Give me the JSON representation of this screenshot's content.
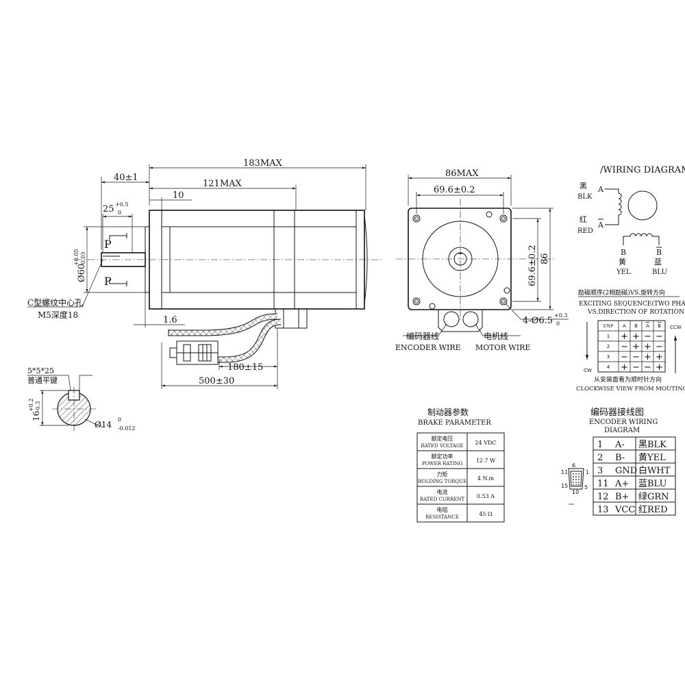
{
  "side_view": {
    "dim_overall": "183MAX",
    "dim_body": "121MAX",
    "dim_shaft_len": "40±1",
    "dim_pilot": "10",
    "dim_key_len": "25",
    "dim_key_tol_upper": "+0.5",
    "dim_key_tol_lower": "0",
    "dim_pilot_dia": "Ø60",
    "dim_pilot_tol_upper": "+0.05",
    "dim_pilot_tol_lower": "-0.03",
    "section_mark": "P",
    "center_hole_cn": "C型螺纹中心孔",
    "center_hole_spec": "M5深度18",
    "dim_flange": "1.6",
    "dim_cable_short": "180±15",
    "dim_cable_long": "500±30"
  },
  "key_section": {
    "key_spec": "5*5*25",
    "key_type_cn": "普通平键",
    "dim_height": "16",
    "dim_height_tol_upper": "+0.2",
    "dim_height_tol_lower": "-0.3",
    "dim_dia": "Ø14",
    "dim_dia_tol_upper": "0",
    "dim_dia_tol_lower": "-0.012"
  },
  "front_view": {
    "dim_overall": "86MAX",
    "dim_hole_spacing_h": "69.6±0.2",
    "dim_hole_spacing_v": "69.6±0.2",
    "dim_height": "86",
    "dim_holes": "4-Ø6.5",
    "dim_holes_tol_upper": "+0.3",
    "dim_holes_tol_lower": "0",
    "encoder_wire_cn": "编码器线",
    "encoder_wire_en": "ENCODER WIRE",
    "motor_wire_cn": "电机线",
    "motor_wire_en": "MOTOR WIRE"
  },
  "wiring": {
    "title": "/WIRING DIAGRAM",
    "blk_cn": "黑",
    "blk_en": "BLK",
    "a": "A",
    "red_cn": "红",
    "red_en": "RED",
    "a_bar": "A",
    "b": "B",
    "b_bar": "B",
    "yel_cn": "黄",
    "yel_en": "YEL",
    "blu_cn": "蓝",
    "blu_en": "BLU"
  },
  "sequence": {
    "title_cn": "励磁顺序(2相励磁)VS.旋转方向",
    "title_en1": "EXCITING SEQUENCE(TWO PHASES)",
    "title_en2": "VS.DIRECTION OF ROTATION",
    "headers": [
      "STEP",
      "A",
      "B",
      "A",
      "B"
    ],
    "rows": [
      [
        "1",
        "+",
        "+",
        "−",
        "−"
      ],
      [
        "2",
        "−",
        "+",
        "+",
        "−"
      ],
      [
        "3",
        "−",
        "−",
        "+",
        "+"
      ],
      [
        "4",
        "+",
        "−",
        "−",
        "+"
      ]
    ],
    "cw": "CW",
    "ccw": "CCW",
    "footer_cn": "从安装面看为顺时针方向",
    "footer_en": "CLOCKWISE VIEW FROM MOUTING SIDE"
  },
  "brake": {
    "title_cn": "制动器参数",
    "title_en": "BRAKE PARAMETER",
    "rows": [
      {
        "cn": "额定电压",
        "en": "RATED VOLTAGE",
        "value": "24 VDC"
      },
      {
        "cn": "额定功率",
        "en": "POWER RATING",
        "value": "12.7 W"
      },
      {
        "cn": "力矩",
        "en": "HOLDING TORQUE",
        "value": "4 N.m"
      },
      {
        "cn": "电流",
        "en": "RATED CURRENT",
        "value": "0.53 A"
      },
      {
        "cn": "电阻",
        "en": "RESISTANCE",
        "value": "45 Ω"
      }
    ]
  },
  "encoder": {
    "title_cn": "编码器接线图",
    "title_en1": "ENCODER WIRING",
    "title_en2": "DIAGRAM",
    "pin_labels": [
      "6",
      "1",
      "11",
      "15",
      "5",
      "10"
    ],
    "rows": [
      {
        "pin": "1",
        "sig": "A-",
        "color": "黑BLK"
      },
      {
        "pin": "2",
        "sig": "B-",
        "color": "黄YEL"
      },
      {
        "pin": "3",
        "sig": "GND",
        "color": "白WHT"
      },
      {
        "pin": "11",
        "sig": "A+",
        "color": "蓝BLU"
      },
      {
        "pin": "12",
        "sig": "B+",
        "color": "绿GRN"
      },
      {
        "pin": "13",
        "sig": "VCC",
        "color": "红RED"
      }
    ]
  }
}
